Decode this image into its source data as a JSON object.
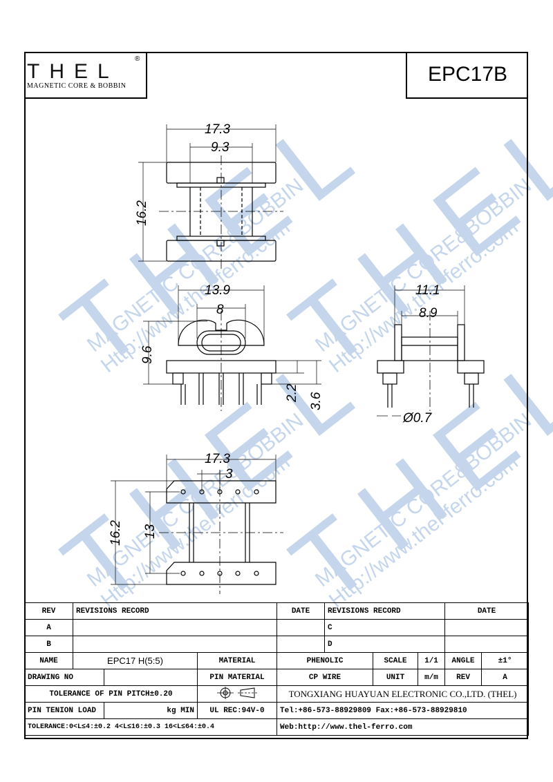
{
  "header": {
    "logo_text": "THEL",
    "logo_registered": "®",
    "logo_tagline": "MAGNETIC CORE & BOBBIN",
    "part_code": "EPC17B"
  },
  "watermark": {
    "brand": "THEL",
    "tagline": "MAGNETIC CORE&BOBBIN",
    "url": "Http://www.thel-ferro.com"
  },
  "dimensions": {
    "top_width": "17.3",
    "top_inner": "9.3",
    "top_height": "16.2",
    "front_width": "13.9",
    "front_inner": "8",
    "front_height": "9.6",
    "front_pin_a": "2.2",
    "front_pin_b": "3.6",
    "side_width": "11.1",
    "side_inner": "8.9",
    "side_pin_dia": "Ø0.7",
    "bottom_width": "17.3",
    "bottom_pitch": "3",
    "bottom_height": "16.2",
    "bottom_inner": "13"
  },
  "title_block": {
    "rev_header": "REV",
    "revisions_header": "REVISIONS RECORD",
    "date_header": "DATE",
    "rev_a": "A",
    "rev_b": "B",
    "rev_c": "C",
    "rev_d": "D",
    "name_label": "NAME",
    "name_value": "EPC17 H(5:5)",
    "material_label": "MATERIAL",
    "material_value": "PHENOLIC",
    "scale_label": "SCALE",
    "scale_value": "1/1",
    "angle_label": "ANGLE",
    "angle_value": "±1°",
    "drawing_no_label": "DRAWING NO",
    "pin_material_label": "PIN MATERIAL",
    "pin_material_value": "CP WIRE",
    "unit_label": "UNIT",
    "unit_value": "m/m",
    "rev_label": "REV",
    "rev_value": "A",
    "tol_pitch": "TOLERANCE OF PIN PITCH±0.20",
    "company": "TONGXIANG HUAYUAN ELECTRONIC CO.,LTD.  (THEL)",
    "pin_tension_label": "PIN TENION LOAD",
    "pin_tension_unit": "kg MIN",
    "ul_rec": "UL REC:94V-0",
    "phone_fax": "Tel:+86-573-88929809 Fax:+86-573-88929810",
    "tolerance": "TOLERANCE:0<L≤4:±0.2  4<L≤16:±0.3  16<L≤64:±0.4",
    "web": "Web:http://www.thel-ferro.com"
  }
}
